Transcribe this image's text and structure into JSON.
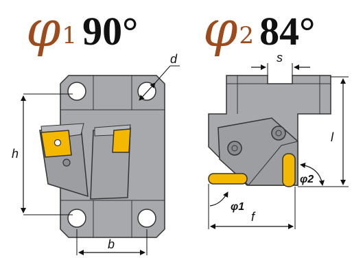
{
  "titles": {
    "left": {
      "symbol": "φ",
      "subscript": "1",
      "angle": "90°"
    },
    "right": {
      "symbol": "φ",
      "subscript": "2",
      "angle": "84°"
    }
  },
  "dimensions": {
    "d": "d",
    "h": "h",
    "b": "b",
    "s": "s",
    "l": "l",
    "f": "f",
    "phi1": "φ1",
    "phi2": "φ2"
  },
  "colors": {
    "body": "#a7a9ac",
    "body_dark": "#8a8c8f",
    "insert": "#f5b800",
    "title": "#9d4a1c",
    "line": "#111111"
  }
}
